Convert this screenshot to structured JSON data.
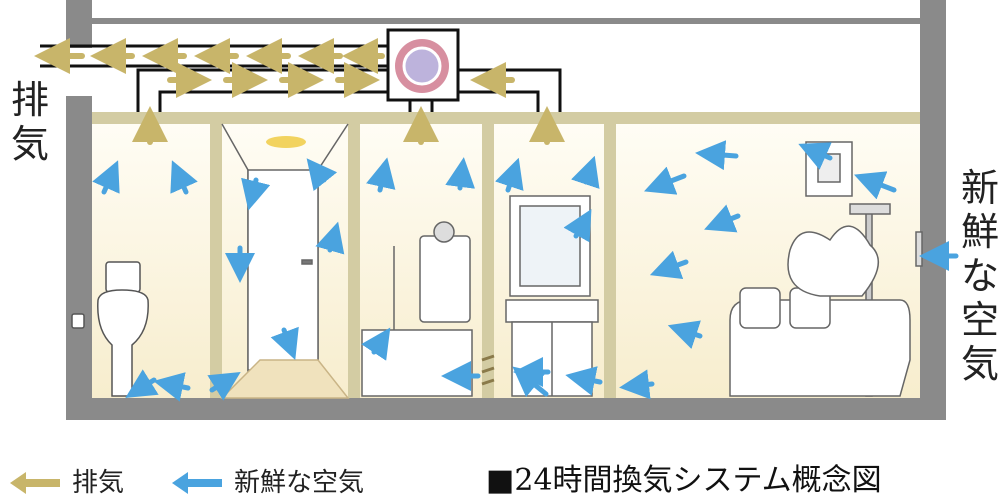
{
  "labels": {
    "exhaust_vertical": "排気",
    "fresh_air_vertical": "新鮮な空気"
  },
  "legend": {
    "exhaust": "排気",
    "fresh_air": "新鮮な空気"
  },
  "caption": {
    "square": "■",
    "text": "24時間換気システム概念図"
  },
  "colors": {
    "exhaust_arrow": "#c8b56a",
    "fresh_air_arrow": "#4aa3df",
    "wall": "#8a8a8a",
    "room_fill": "#fbf4dc",
    "beam": "#d3cca3",
    "fan_ring": "#d78fa0",
    "fan_core": "#bdb3dc"
  }
}
